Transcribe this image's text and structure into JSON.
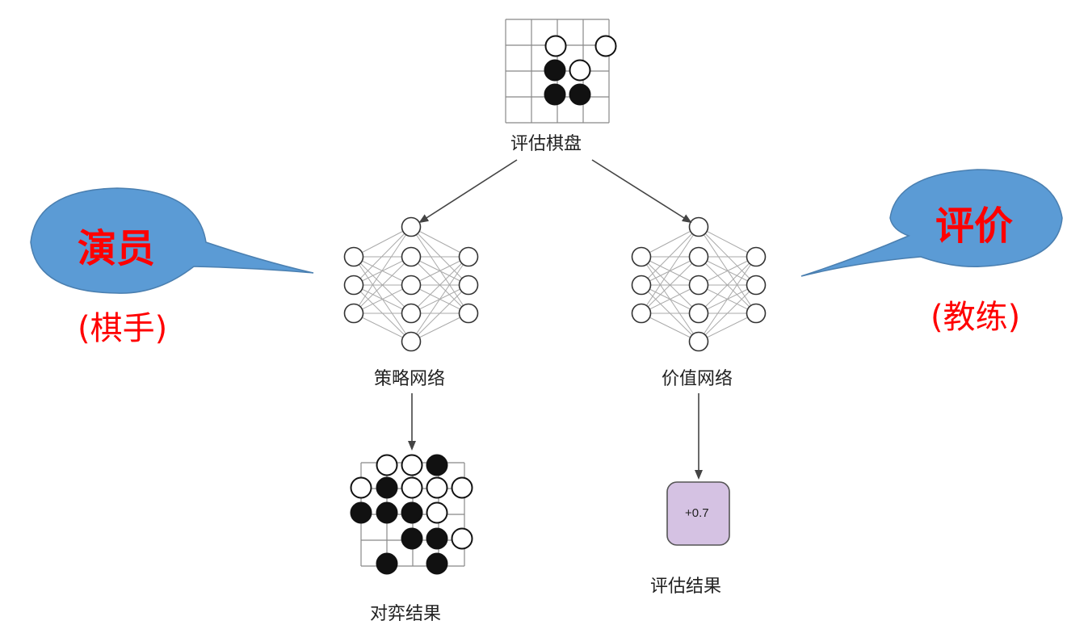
{
  "nodes": {
    "eval_board": {
      "label": "评估棋盘"
    },
    "policy_net": {
      "label": "策略网络"
    },
    "value_net": {
      "label": "价值网络"
    },
    "game_result": {
      "label": "对弈结果"
    },
    "eval_result": {
      "label": "评估结果",
      "value": "+0.7"
    }
  },
  "callouts": {
    "actor": {
      "title": "演员",
      "subtitle": "(棋手)"
    },
    "critic": {
      "title": "评价",
      "subtitle": "(教练)"
    }
  },
  "colors": {
    "bubble_fill": "#5b9bd5",
    "bubble_text": "#ff0000",
    "subtitle_text": "#ff0000",
    "value_box_fill": "#d5c2e3",
    "value_box_border": "#555555",
    "stone_black": "#111111",
    "stone_white": "#ffffff",
    "grid_line": "#888888",
    "arrow": "#444444"
  },
  "icons": [
    "go-board-icon",
    "neural-network-icon",
    "arrow-icon",
    "speech-bubble-icon"
  ]
}
